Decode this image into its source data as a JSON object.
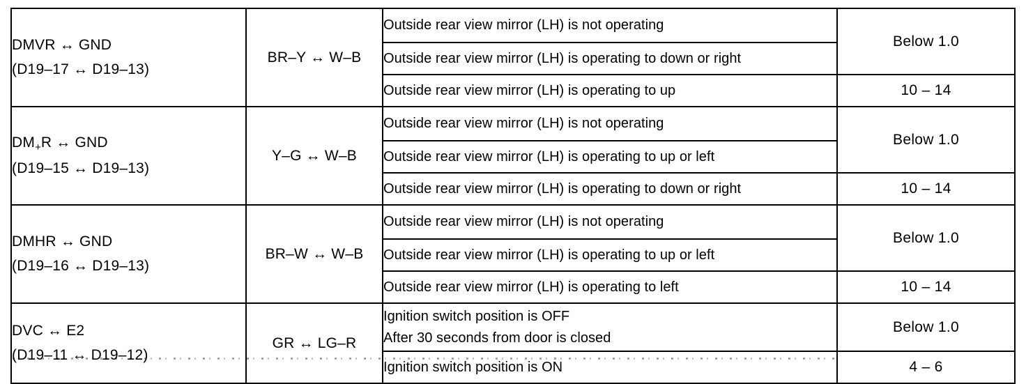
{
  "table": {
    "groups": [
      {
        "terminal_line1": "DMVR ↔ GND",
        "terminal_line2": "(D19–17 ↔ D19–13)",
        "wiring": "BR–Y ↔ W–B",
        "rows": [
          {
            "condition": "Outside rear view mirror (LH) is not operating"
          },
          {
            "condition": "Outside rear view mirror (LH) is operating to down or right"
          },
          {
            "condition": "Outside rear view mirror (LH) is operating to up"
          }
        ],
        "voltage_merged": "Below 1.0",
        "voltage_last": "10 – 14"
      },
      {
        "terminal_line1": "DM₊R ↔ GND",
        "terminal_line1_pre": "DM",
        "terminal_line1_sub": "+",
        "terminal_line1_post": "R ↔ GND",
        "terminal_line2": "(D19–15 ↔ D19–13)",
        "wiring": "Y–G ↔ W–B",
        "rows": [
          {
            "condition": "Outside rear view mirror (LH) is not operating"
          },
          {
            "condition": "Outside rear view mirror (LH) is operating to up or left"
          },
          {
            "condition": "Outside rear view mirror (LH) is operating to down or right"
          }
        ],
        "voltage_merged": "Below 1.0",
        "voltage_last": "10 – 14"
      },
      {
        "terminal_line1": "DMHR ↔ GND",
        "terminal_line2": "(D19–16 ↔ D19–13)",
        "wiring": "BR–W ↔ W–B",
        "rows": [
          {
            "condition": "Outside rear view mirror (LH) is not operating"
          },
          {
            "condition": "Outside rear view mirror (LH) is operating to up or left"
          },
          {
            "condition": "Outside rear view mirror (LH) is operating to left"
          }
        ],
        "voltage_merged": "Below 1.0",
        "voltage_last": "10 – 14"
      },
      {
        "terminal_line1": "DVC ↔ E2",
        "terminal_line2": "(D19–11 ↔ D19–12)",
        "wiring": "GR ↔ LG–R",
        "rows": [
          {
            "condition": "Ignition switch position is OFF",
            "condition_line2": "After 30 seconds from door is closed"
          },
          {
            "condition": "Ignition switch position is ON"
          }
        ],
        "voltage_merged": "Below 1.0",
        "voltage_last": "4 – 6"
      }
    ]
  },
  "colors": {
    "ink": "#000000",
    "paper": "#ffffff"
  }
}
